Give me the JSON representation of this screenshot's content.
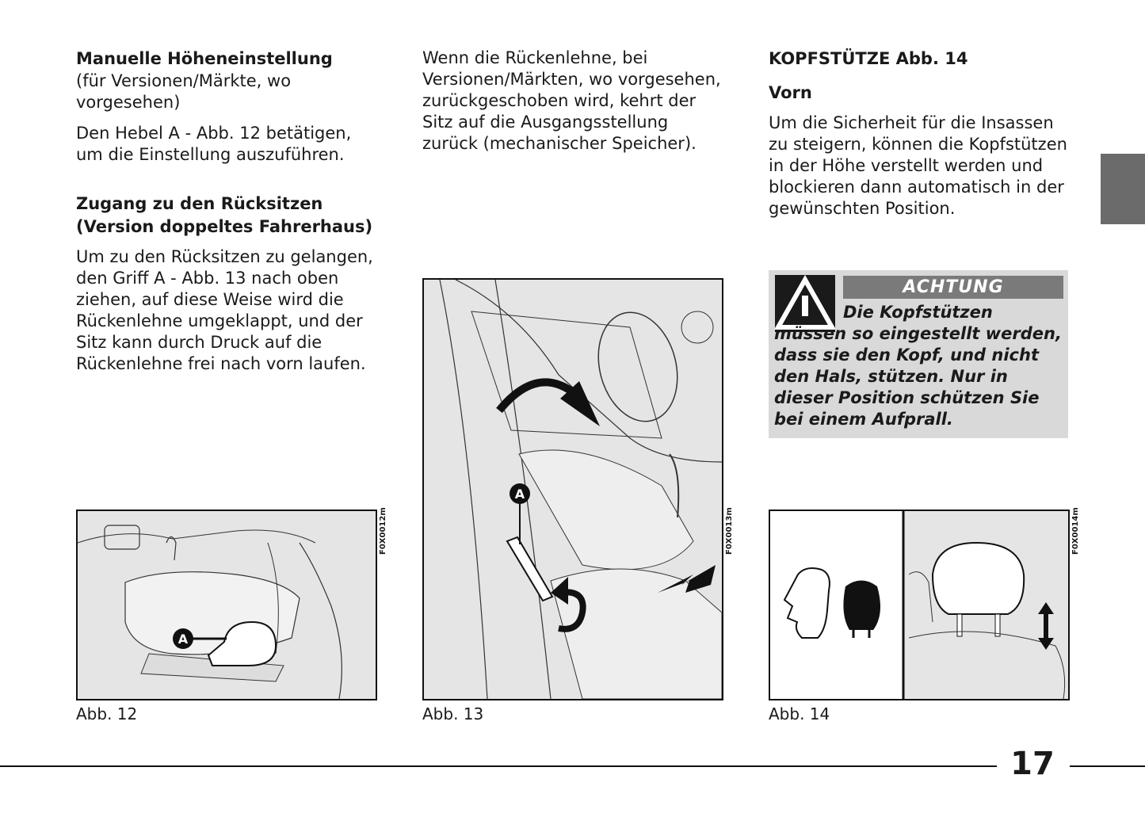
{
  "col1": {
    "h1": "Manuelle Höheneinstellung",
    "sub1": "(für Versionen/Märkte, wo vorgesehen)",
    "p1": "Den Hebel A - Abb. 12 betätigen, um die Einstellung auszuführen.",
    "h2a": "Zugang zu den Rücksitzen",
    "h2b": "(Version doppeltes Fahrerhaus)",
    "p2": "Um zu den Rücksitzen zu gelangen, den Griff A - Abb. 13 nach oben ziehen, auf diese Weise wird die Rückenlehne umgeklappt, und der Sitz kann durch Druck auf die Rückenlehne frei nach vorn laufen."
  },
  "col2": {
    "p1": "Wenn die Rückenlehne, bei Versionen/Märkten, wo vorgesehen, zurückgeschoben wird, kehrt der Sitz auf die Ausgangsstellung zurück (mechanischer Speicher)."
  },
  "col3": {
    "h1": "KOPFSTÜTZE Abb. 14",
    "h2": "Vorn",
    "p1": "Um die Sicherheit für die Insassen zu steigern, können die Kopfstützen in der Höhe verstellt werden und blockieren dann automatisch in der gewünschten Position."
  },
  "warning": {
    "title": "ACHTUNG",
    "text": "Die Kopfstützen müssen so eingestellt werden, dass sie den Kopf, und nicht den Hals, stützen. Nur in dieser Position schützen Sie bei einem Aufprall."
  },
  "figures": {
    "fig12": {
      "code": "F0X0012m",
      "caption": "Abb. 12",
      "marker": "A"
    },
    "fig13": {
      "code": "F0X0013m",
      "caption": "Abb. 13",
      "marker": "A"
    },
    "fig14": {
      "code": "F0X0014m",
      "caption": "Abb. 14"
    }
  },
  "footer": {
    "page_number": "17"
  },
  "colors": {
    "tab": "#6b6b6b",
    "warning_bg": "#d9d9d9",
    "warning_title_bg": "#7a7a7a"
  }
}
